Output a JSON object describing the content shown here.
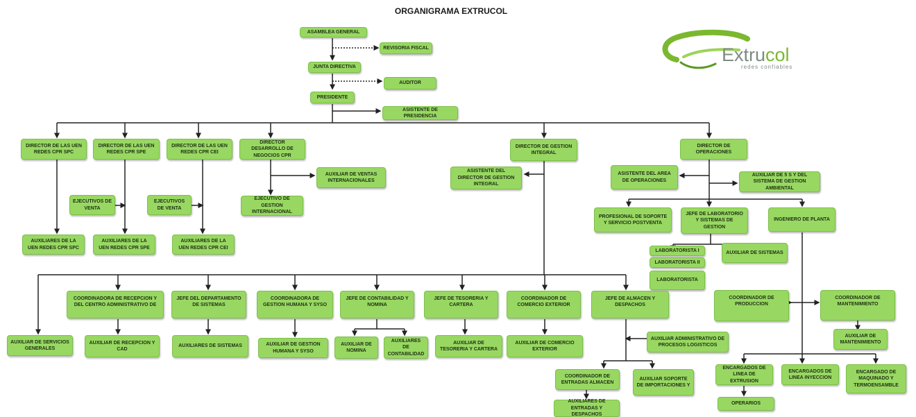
{
  "title": "ORGANIGRAMA EXTRUCOL",
  "logo": {
    "brand_prefix": "Extru",
    "brand_suffix": "col",
    "tagline": "redes confiables"
  },
  "colors": {
    "box_fill": "#98d862",
    "box_border": "#7cbf48",
    "line": "#222222",
    "logo_green": "#7bb82f",
    "logo_gray": "#7d8b84"
  },
  "nodes": {
    "asamblea": "ASAMBLEA GENERAL",
    "revisoria": "REVISORIA FISCAL",
    "junta": "JUNTA DIRECTIVA",
    "auditor": "AUDITOR",
    "presidente": "PRESIDENTE",
    "asist_pres": "ASISTENTE DE PRESIDENCIA",
    "dir_spc": "DIRECTOR DE LAS UEN REDES CPR SPC",
    "dir_spe": "DIRECTOR DE LAS UEN REDES CPR SPE",
    "dir_cei": "DIRECTOR DE LAS UEN REDES CPR CEI",
    "dir_desarrollo": "DIRECTOR DESARROLLO DE NEGOCIOS CPR",
    "dir_gestion": "DIRECTOR DE GESTION INTEGRAL",
    "dir_operaciones": "DIRECTOR DE OPERACIONES",
    "aux_ventas_int": "AUXILIAR DE VENTAS INTERNACIONALES",
    "ejec_gestion_int": "EJECUTIVO DE GESTION INTERNACIONAL",
    "ejec_venta_1": "EJECUTIVOS DE VENTA",
    "ejec_venta_2": "EJECUTIVOS DE VENTA",
    "aux_spc": "AUXILIARES DE LA UEN REDES CPR SPC",
    "aux_spe": "AUXILIARES DE LA UEN REDES CPR SPE",
    "aux_cei": "AUXILIARES DE LA UEN REDES CPR CEI",
    "asist_dir_gestion": "ASISTENTE DEL DIRECTOR DE GESTION INTEGRAL",
    "asist_area_op": "ASISTENTE DEL AREA DE OPERACIONES",
    "aux_5s": "AUXILIAR DE 5 S Y DEL SISTEMA DE GESTION AMBIENTAL",
    "prof_soporte": "PROFESIONAL DE SOPORTE Y SERVICIO POSTVENTA",
    "jefe_lab": "JEFE DE LABORATORIO Y SISTEMAS DE GESTION",
    "ing_planta": "INGENIERO DE PLANTA",
    "laboratorista_1": "LABORATORISTA I",
    "laboratorista_2": "LABORATORISTA II",
    "laboratorista": "LABORATORISTA",
    "aux_sistemas_lab": "AUXILIAR de SISTEMAS",
    "coord_produccion": "COORDINADOR DE PRODUCCION",
    "coord_mantenimiento": "COORDINADOR DE MANTENIMIENTO",
    "aux_mantenimiento": "AUXILIAR DE MANTENIMIENTO",
    "enc_extrusion": "ENCARGADOS DE LINEA DE EXTRUSION",
    "enc_inyeccion": "ENCARGADOS DE LINEA INYECCION",
    "enc_maquinado": "ENCARGADO DE MAQUINADO Y TERMOENSAMBLE",
    "operarios": "OPERARIOS",
    "aux_servicios": "AUXILIAR DE SERVICIOS GENERALES",
    "coord_recepcion": "COORDINADORA DE RECEPCION Y DEL CENTRO ADMINISTRATIVO DE",
    "aux_recepcion": "AUXILIAR DE RECEPCION Y CAD",
    "jefe_sistemas": "JEFE DEL DEPARTAMENTO DE SISTEMAS",
    "aux_sistemas": "AUXILIARES DE SISTEMAS",
    "coord_gh": "COORDINADORA DE GESTION HUMANA Y SySO",
    "aux_gh": "AUXILIAR DE GESTION HUMANA Y SYSO",
    "jefe_contabilidad": "JEFE DE CONTABILIDAD Y NOMINA",
    "aux_nomina": "AUXILIAR DE NOMINA",
    "aux_contabilidad": "AUXILIARES DE CONTABILIDAD",
    "jefe_tesoreria": "JEFE DE TESORERIA Y CARTERA",
    "aux_tesoreria": "AUXILIAR DE TESORERIA Y CARTERA",
    "coord_comercio": "COORDINADOR DE COMERCIO EXTERIOR",
    "aux_comercio": "AUXILIAR DE COMERCIO EXTERIOR",
    "jefe_almacen": "JEFE DE ALMACEN Y DESPACHOS",
    "aux_adm_logisticos": "AUXILIAR ADMINISTRATIVO DE PROCESOS LOGISTICOS",
    "coord_entradas": "COORDINADOR DE ENTRADAS ALMACEN",
    "aux_soporte_imp": "AUXILIAR SOPORTE DE IMPORTACIONES Y",
    "aux_entradas": "AUXILIARES DE ENTRADAS Y DESPACHOS"
  }
}
